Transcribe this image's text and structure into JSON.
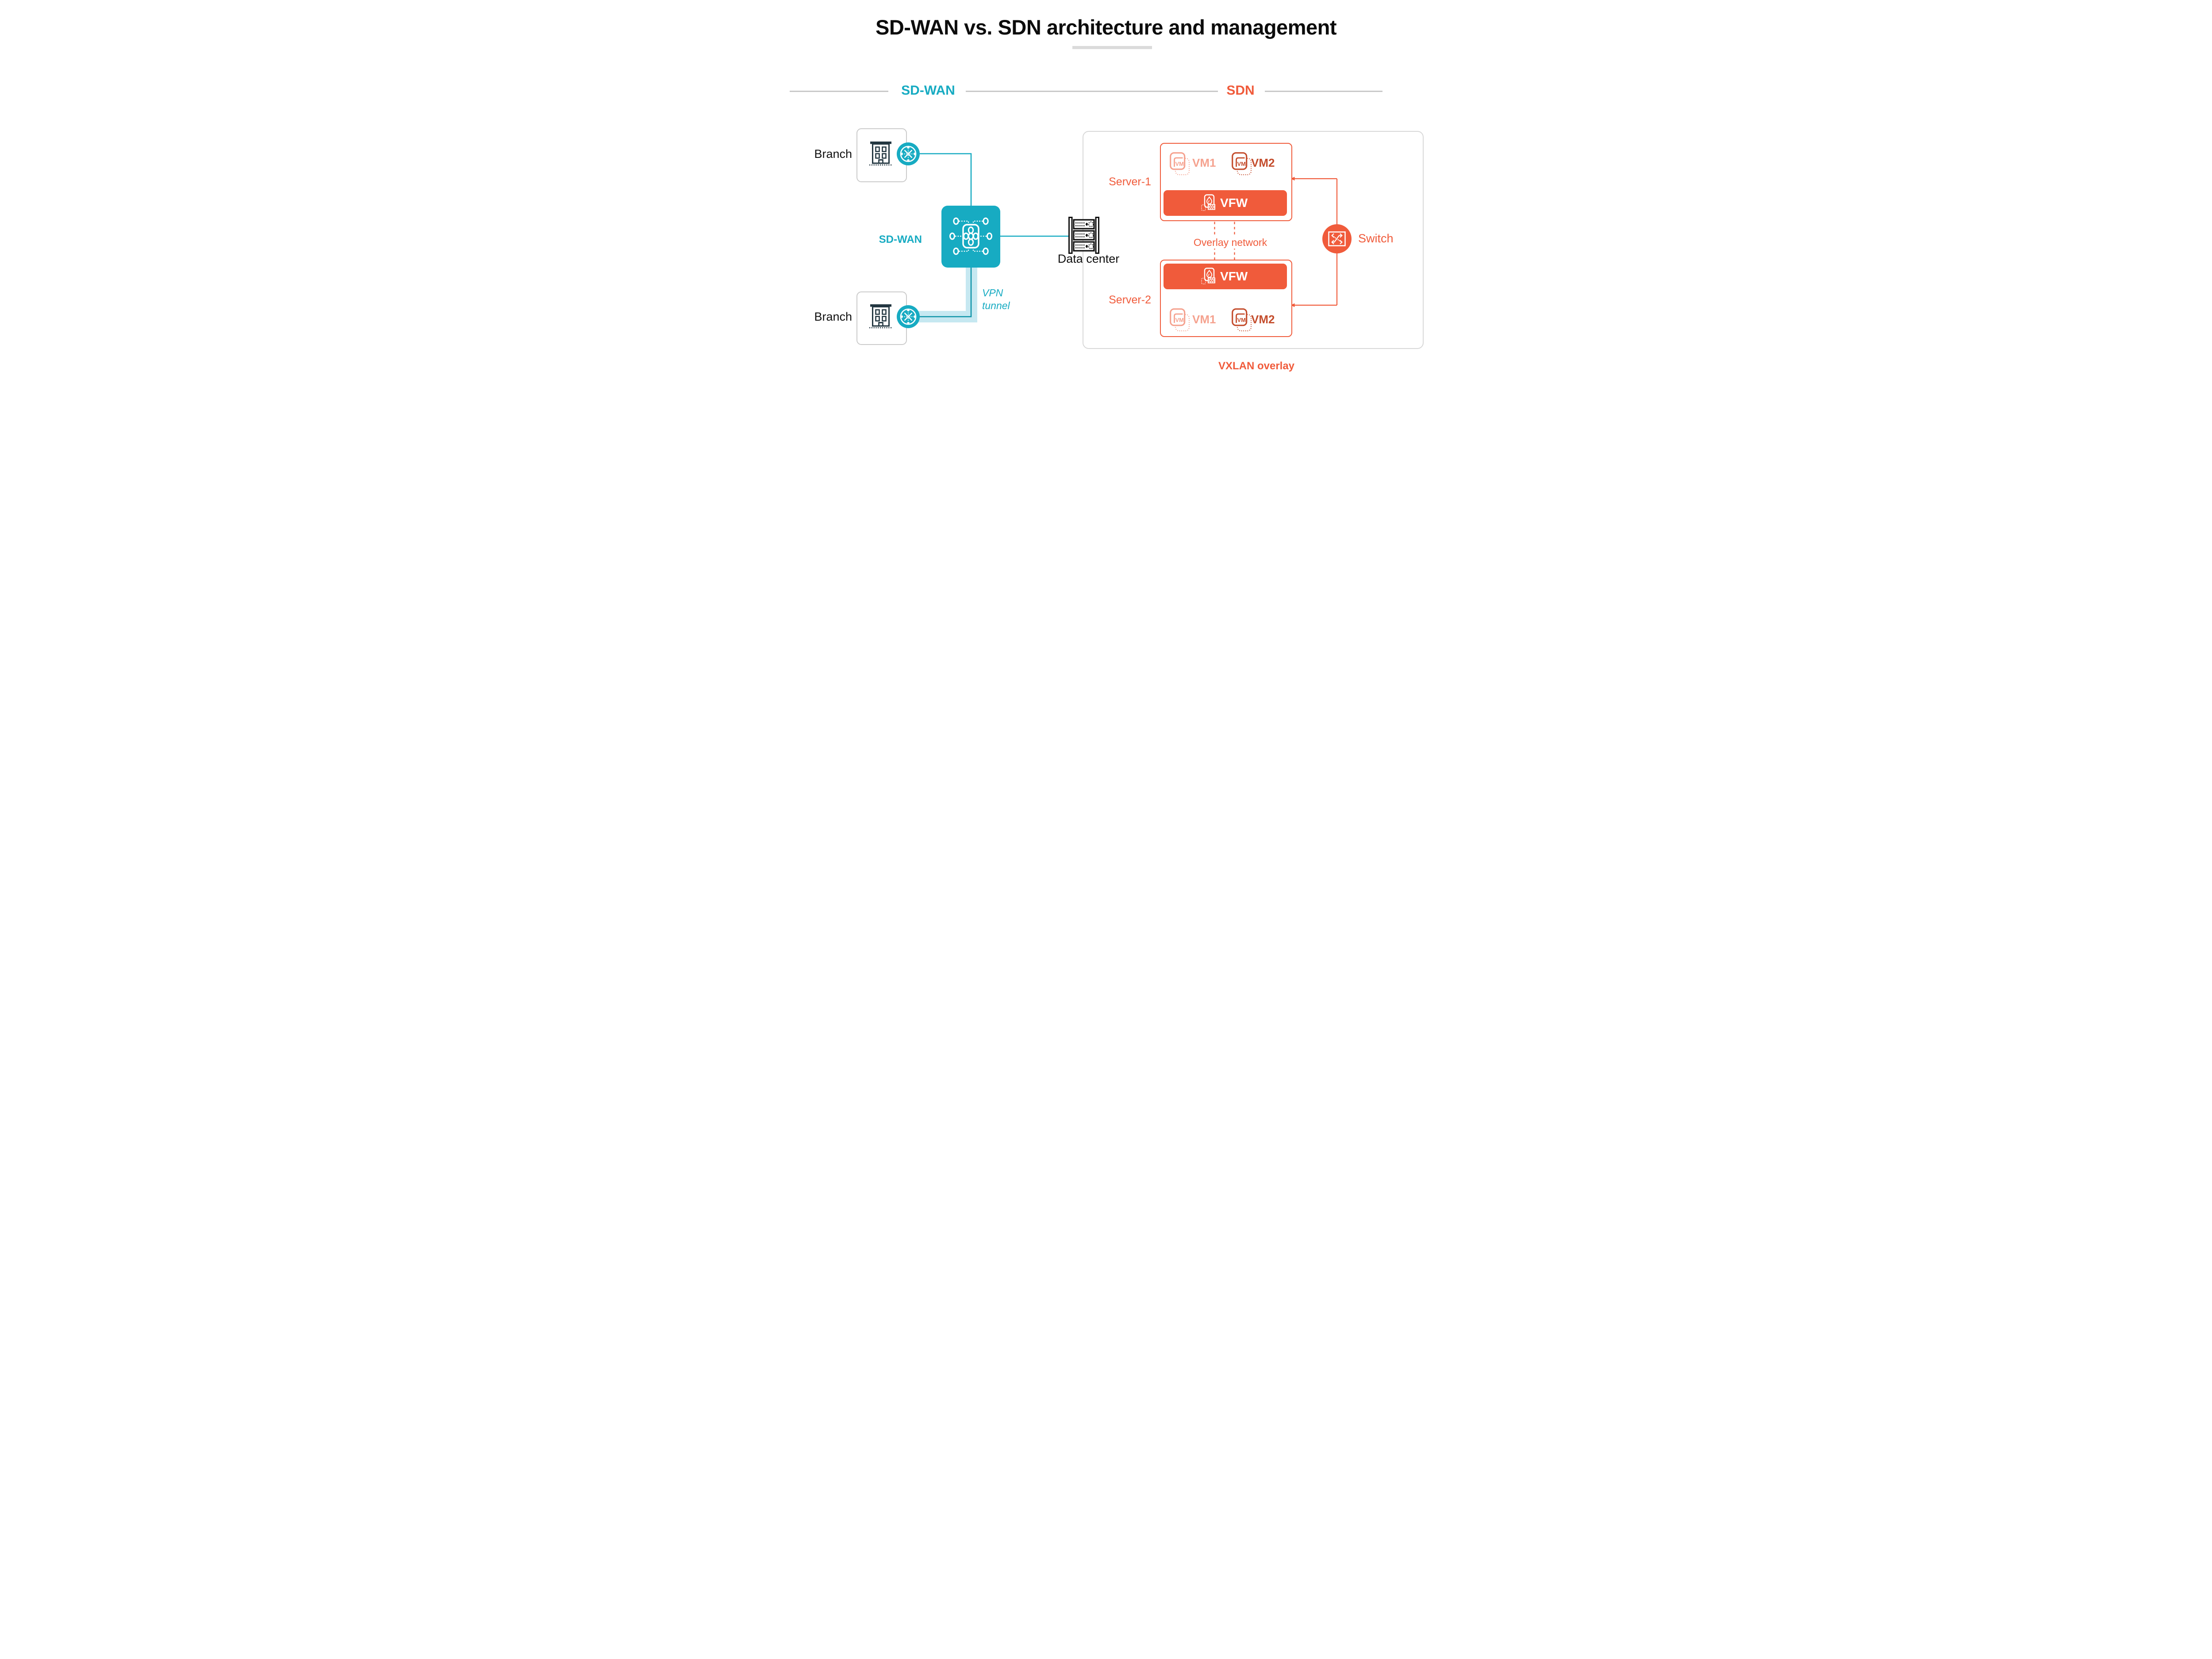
{
  "title": "SD-WAN vs. SDN architecture and management",
  "sections": {
    "sdwan_label": "SD-WAN",
    "sdn_label": "SDN"
  },
  "sdwan": {
    "branch_top": "Branch",
    "branch_bottom": "Branch",
    "hub_label": "SD-WAN",
    "vpn_line1": "VPN",
    "vpn_line2": "tunnel",
    "data_center": "Data center"
  },
  "sdn": {
    "server1_label": "Server-1",
    "server2_label": "Server-2",
    "vm_glyph": "VM",
    "server1_vm1": "VM1",
    "server1_vm2": "VM2",
    "server1_vfw": "VFW",
    "server2_vm1": "VM1",
    "server2_vm2": "VM2",
    "server2_vfw": "VFW",
    "overlay_label": "Overlay network",
    "switch_label": "Switch",
    "vxlan_label": "VXLAN overlay"
  },
  "colors": {
    "teal": "#17ABC2",
    "teal_dark": "#0D93A8",
    "tunnel_band": "#C6E8F1",
    "orange": "#F05B3B",
    "vm1_salmon": "#F5A28F",
    "vm2_rust": "#C44D2D",
    "building_navy": "#233741"
  }
}
